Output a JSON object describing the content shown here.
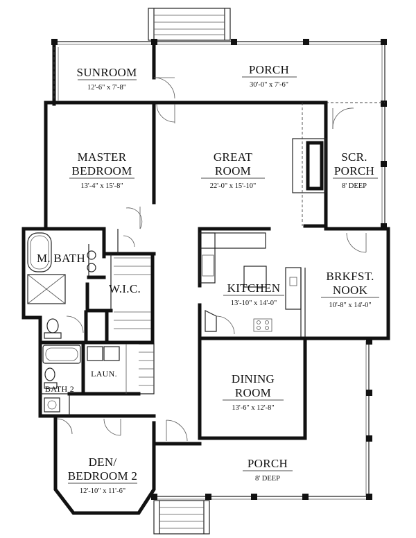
{
  "rooms": {
    "sunroom": {
      "name": "SUNROOM",
      "dim": "12'-6\" x 7'-8\""
    },
    "porch_top": {
      "name": "PORCH",
      "dim": "30'-0\" x 7'-6\""
    },
    "master": {
      "name_line1": "MASTER",
      "name_line2": "BEDROOM",
      "dim": "13'-4\" x 15'-8\""
    },
    "great": {
      "name_line1": "GREAT",
      "name_line2": "ROOM",
      "dim": "22'-0\" x 15'-10\""
    },
    "scr_porch": {
      "name_line1": "SCR.",
      "name_line2": "PORCH",
      "dim": "8' DEEP"
    },
    "mbath": {
      "name": "M. BATH"
    },
    "wic": {
      "name": "W.I.C."
    },
    "kitchen": {
      "name": "KITCHEN",
      "dim": "13'-10\" x 14'-0\""
    },
    "brkfst": {
      "name_line1": "BRKFST.",
      "name_line2": "NOOK",
      "dim": "10'-8\" x 14'-0\""
    },
    "laun": {
      "name": "LAUN."
    },
    "bath2": {
      "name": "BATH 2"
    },
    "dining": {
      "name_line1": "DINING",
      "name_line2": "ROOM",
      "dim": "13'-6\" x 12'-8\""
    },
    "den": {
      "name_line1": "DEN/",
      "name_line2": "BEDROOM 2",
      "dim": "12'-10\" x 11'-6\""
    },
    "porch_bottom": {
      "name": "PORCH",
      "dim": "8' DEEP"
    }
  }
}
